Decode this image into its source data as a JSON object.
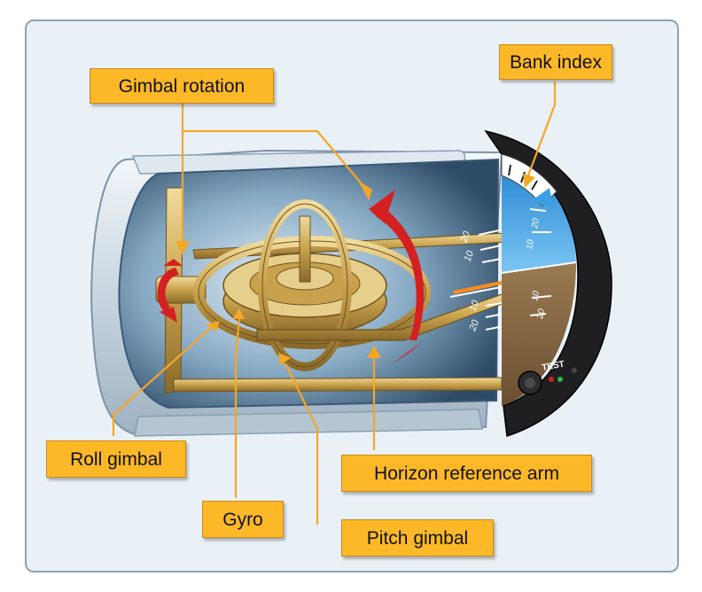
{
  "labels": {
    "gimbal_rotation": "Gimbal rotation",
    "bank_index": "Bank index",
    "roll_gimbal": "Roll gimbal",
    "gyro": "Gyro",
    "pitch_gimbal": "Pitch gimbal",
    "horizon_reference_arm": "Horizon reference arm"
  },
  "instrument": {
    "test_button": "TEST",
    "pitch_marks_upper": [
      "20",
      "10"
    ],
    "pitch_marks_lower": [
      "10",
      "20"
    ],
    "face_marks_upper": [
      "20",
      "10"
    ],
    "face_marks_lower": [
      "10",
      "20"
    ]
  },
  "colors": {
    "label_fill": "#fcb827",
    "leader_line": "#f5a623",
    "rotation_arrow": "#d42020",
    "gimbal_gold": "#c9a14c",
    "sky": "#3aa0e6",
    "ground": "#8a6a45",
    "background": "#e9f1f7"
  }
}
